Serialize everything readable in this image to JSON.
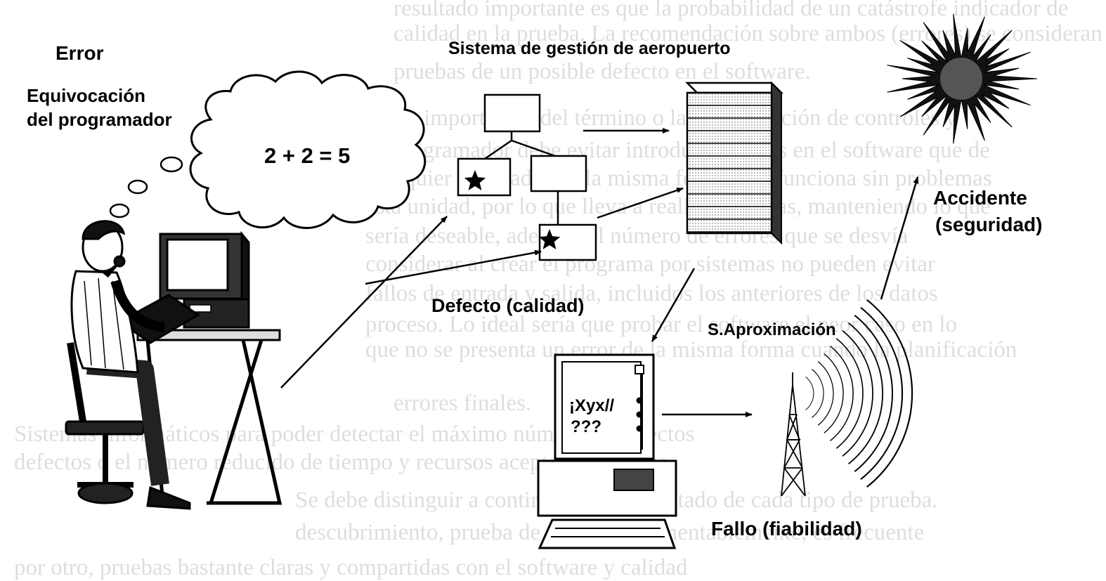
{
  "labels": {
    "error": "Error",
    "equivocacion_line1": "Equivocación",
    "equivocacion_line2": "del programador",
    "thought": "2 + 2 = 5",
    "sistema": "Sistema de gestión de aeropuerto",
    "defecto": "Defecto (calidad)",
    "aproximacion": "S.Aproximación",
    "fallo": "Fallo (fiabilidad)",
    "accidente_line1": "Accidente",
    "accidente_line2": "(seguridad)",
    "screen_line1": "¡Xyx//",
    "screen_line2": "???"
  },
  "background_text": [
    "resultado importante es que la probabilidad de un catástrofe indicador de",
    "calidad en la prueba. La recomendación sobre ambos (errores) se consideran",
    "pruebas de un posible defecto en el software.",
    "La importancia del término o la incorporación de controles y",
    "El programador debe evitar introducir errores en el software que de",
    "cualquier ordenador de la misma forma que funciona sin problemas",
    "esta unidad, por lo que lleva a realizar pruebas, manteniendo lo que",
    "sería deseable, además, el número de errores que se desvía",
    "considerar al crear el programa por sistemas no pueden evitar",
    "fallos de entrada y salida, incluidos los anteriores de los datos",
    "proceso. Lo ideal sería que probar el software el peor caso en lo",
    "que no se presenta un error de la misma forma cuando la planificación",
    "errores finales.",
    "Sistemas informáticos para poder detectar el máximo número de defectos",
    "defectos o el número reducido de tiempo y recursos aceptables, ya que",
    "Se debe distinguir a continuación el resultado de cada tipo de prueba.",
    "descubrimiento, prueba de defectos. Lamentablemente, es frecuente",
    "por otro, pruebas bastante claras y compartidas con el software y calidad"
  ]
}
